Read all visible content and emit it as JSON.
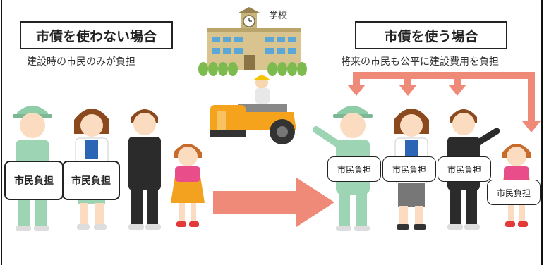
{
  "left_panel": {
    "title": "市債を使わない場合",
    "subtitle": "建設時の市民のみが負担",
    "sign_text": "市民負担"
  },
  "right_panel": {
    "title": "市債を使う場合",
    "subtitle": "将来の市民も公平に建設費用を負担",
    "sign_text": "市民負担"
  },
  "school": {
    "label": "学校"
  },
  "colors": {
    "arrow": "#f08a78",
    "worker_clothes": "#9cd4b4",
    "roller": "#f5a21c",
    "building": "#d9c48f",
    "tree": "#7dbb4e"
  },
  "icons": [
    "school-building-icon",
    "road-roller-icon",
    "tree-icon",
    "person-icon",
    "big-arrow-icon",
    "distribution-arrows-icon"
  ]
}
